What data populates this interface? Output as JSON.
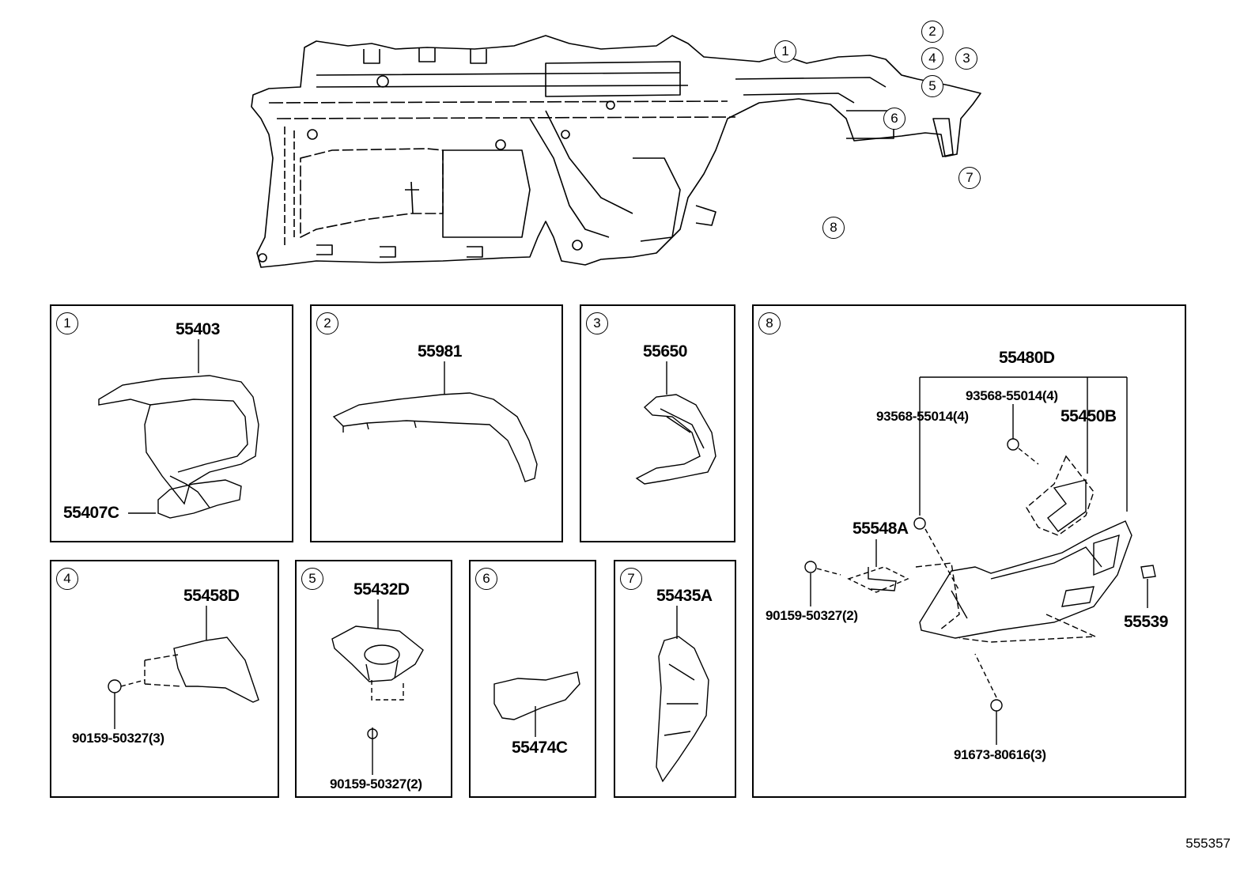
{
  "overview_callouts": [
    "1",
    "2",
    "3",
    "4",
    "5",
    "6",
    "7",
    "8"
  ],
  "panels": [
    {
      "id": "1",
      "labels": {
        "a": "55403",
        "b": "55407C"
      }
    },
    {
      "id": "2",
      "labels": {
        "a": "55981"
      }
    },
    {
      "id": "3",
      "labels": {
        "a": "55650"
      }
    },
    {
      "id": "4",
      "labels": {
        "a": "55458D",
        "b": "90159-50327(3)"
      }
    },
    {
      "id": "5",
      "labels": {
        "a": "55432D",
        "b": "90159-50327(2)"
      }
    },
    {
      "id": "6",
      "labels": {
        "a": "55474C"
      }
    },
    {
      "id": "7",
      "labels": {
        "a": "55435A"
      }
    },
    {
      "id": "8",
      "labels": {
        "a": "55480D",
        "b": "93568-55014(4)",
        "c": "93568-55014(4)",
        "d": "55450B",
        "e": "55548A",
        "f": "90159-50327(2)",
        "g": "55539",
        "h": "91673-80616(3)"
      }
    }
  ],
  "diagram_code": "555357"
}
